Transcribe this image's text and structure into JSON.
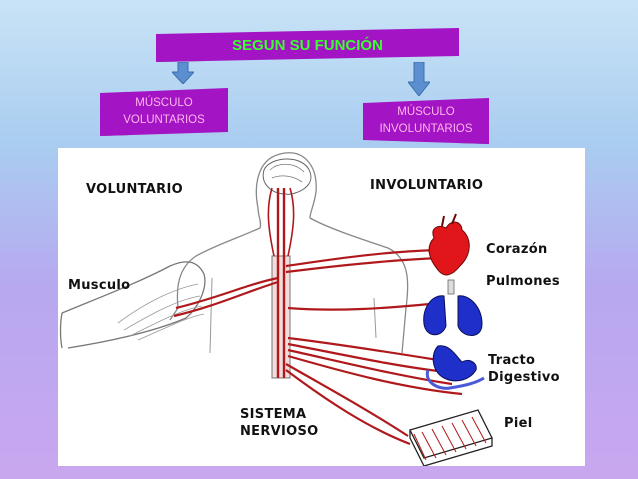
{
  "title": "SEGUN SU FUNCIÓN",
  "voluntary_box": {
    "line1": "MÚSCULO",
    "line2": "VOLUNTARIOS"
  },
  "involuntary_box": {
    "line1": "MÚSCULO",
    "line2": "INVOLUNTARIOS"
  },
  "diagram": {
    "voluntary_label": "VOLUNTARIO",
    "involuntary_label": "INVOLUNTARIO",
    "muscle_label": "Musculo",
    "nervous_system_line1": "SISTEMA",
    "nervous_system_line2": "NERVIOSO",
    "organs": {
      "heart": "Corazón",
      "lungs": "Pulmones",
      "digestive_line1": "Tracto",
      "digestive_line2": "Digestivo",
      "skin": "Piel"
    }
  },
  "colors": {
    "box_fill": "#a314c4",
    "title_text": "#3aff2f",
    "box_text": "#ffb5ee",
    "arrow": "#5b8fd0",
    "nerve": "#b0191c",
    "lungs": "#1f2fc9",
    "heart": "#e0161a"
  },
  "icons": [
    "down-arrow-icon",
    "heart-icon",
    "lungs-icon",
    "stomach-icon",
    "skin-icon"
  ]
}
